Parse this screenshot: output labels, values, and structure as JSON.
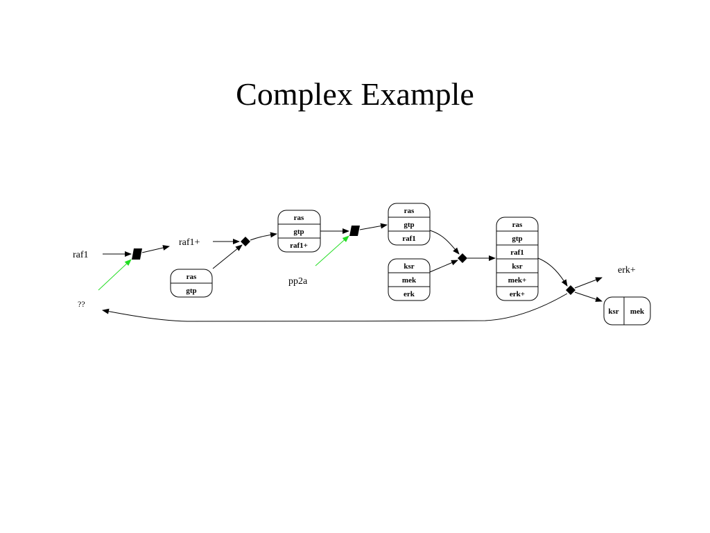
{
  "title": "Complex Example",
  "nodes": {
    "raf1": "raf1",
    "raf1_plus": "raf1+",
    "unknown": "??",
    "pp2a": "pp2a",
    "erk_plus": "erk+"
  },
  "complexes": {
    "ras_gtp": [
      "ras",
      "gtp"
    ],
    "ras_gtp_raf1plus": [
      "ras",
      "gtp",
      "raf1+"
    ],
    "ras_gtp_raf1": [
      "ras",
      "gtp",
      "raf1"
    ],
    "ksr_mek_erk": [
      "ksr",
      "mek",
      "erk"
    ],
    "big_complex": [
      "ras",
      "gtp",
      "raf1",
      "ksr",
      "mek+",
      "erk+"
    ],
    "ksr_mek": [
      "ksr",
      "mek"
    ]
  },
  "colors": {
    "edge": "#000000",
    "catalysis_edge": "#22dd22"
  }
}
